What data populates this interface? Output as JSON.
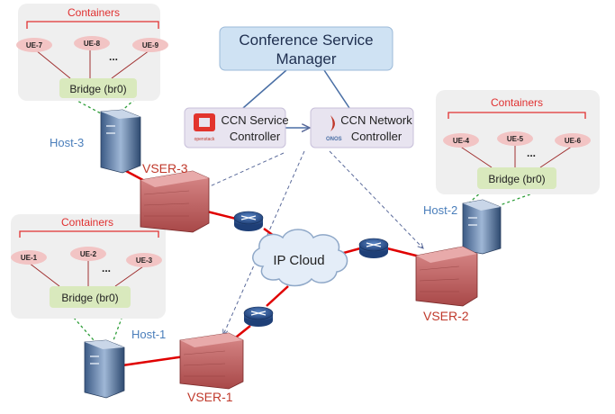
{
  "manager": {
    "title_line1": "Conference Service",
    "title_line2": "Manager"
  },
  "service_controller": {
    "line1": "CCN Service",
    "line2": "Controller",
    "logo_text": "openstack"
  },
  "network_controller": {
    "line1": "CCN Network",
    "line2": "Controller",
    "logo_text": "ONOS"
  },
  "cloud_label": "IP Cloud",
  "hosts": {
    "host1": {
      "label": "Host-1",
      "containers_label": "Containers",
      "bridge_label": "Bridge (br0)",
      "ues": [
        "UE-1",
        "UE-2",
        "UE-3"
      ],
      "ellipsis": "..."
    },
    "host2": {
      "label": "Host-2",
      "containers_label": "Containers",
      "bridge_label": "Bridge (br0)",
      "ues": [
        "UE-4",
        "UE-5",
        "UE-6"
      ],
      "ellipsis": "..."
    },
    "host3": {
      "label": "Host-3",
      "containers_label": "Containers",
      "bridge_label": "Bridge (br0)",
      "ues": [
        "UE-7",
        "UE-8",
        "UE-9"
      ],
      "ellipsis": "..."
    }
  },
  "vsers": {
    "v1": "VSER-1",
    "v2": "VSER-2",
    "v3": "VSER-3"
  },
  "colors": {
    "manager_fill": "#cfe2f3",
    "controller_fill": "#e8e4f0",
    "container_box": "#efefef",
    "bracket_red": "#e03030",
    "ue_fill": "#f2c4c4",
    "bridge_fill": "#d9e9bd",
    "host_label": "#4a7ebb",
    "vser_label": "#c0392b",
    "link_red": "#e00000",
    "dashed_green": "#2f9e3a",
    "control_line": "#4a6fa5"
  }
}
